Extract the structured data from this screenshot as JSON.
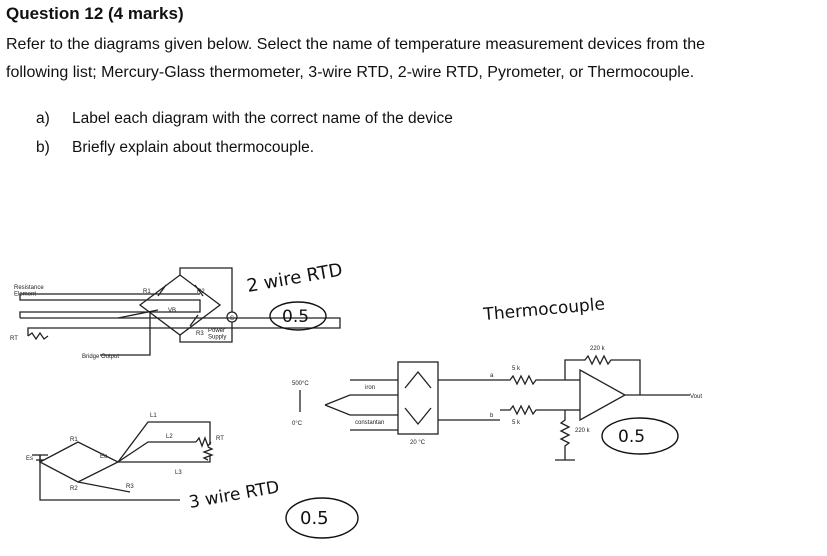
{
  "question": {
    "title": "Question 12 (4 marks)",
    "intro_line1": "Refer to the diagrams given below. Select the name of temperature measurement devices from the",
    "intro_line2": "following list; Mercury-Glass thermometer, 3-wire RTD, 2-wire RTD, Pyrometer, or Thermocouple.",
    "parts": [
      {
        "marker": "a)",
        "text": "Label each diagram with the correct name of the device"
      },
      {
        "marker": "b)",
        "text": "Briefly explain about thermocouple."
      }
    ]
  },
  "diagram1": {
    "resistance_element": "Resistance\nElement",
    "rt": "RT",
    "r1": "R1",
    "r2": "R2",
    "r3": "R3",
    "vb": "VB",
    "bridge_output": "Bridge Output",
    "power_supply": "Power\nSupply",
    "s": "S",
    "handwritten_label": "2 wire RTD",
    "score": "0.5"
  },
  "diagram2": {
    "es": "Es",
    "r1": "R1",
    "r2": "R2",
    "r3": "R3",
    "eo": "Eo",
    "l1": "L1",
    "l2": "L2",
    "l3": "L3",
    "rt": "RT",
    "handwritten_label": "3 wire RTD",
    "score": "0.5"
  },
  "diagram3": {
    "t_hot": "500°C",
    "t_cold": "0°C",
    "iron": "iron",
    "constantan": "constantan",
    "t_ref": "20 °C",
    "a": "a",
    "b": "b",
    "r_5k_top": "5 k",
    "r_5k_bot": "5 k",
    "r_220k_top": "220 k",
    "r_220k_bot": "220 k",
    "vout": "Vout",
    "handwritten_label": "Thermocouple",
    "score": "0.5"
  }
}
